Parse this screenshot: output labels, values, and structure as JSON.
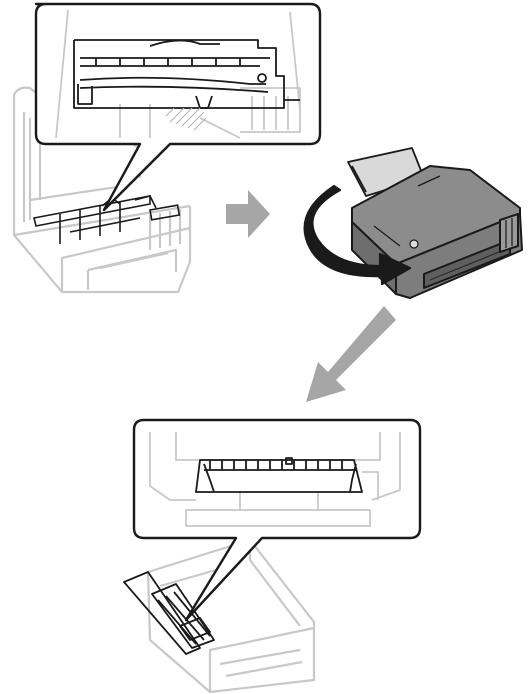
{
  "diagram": {
    "steps": [
      {
        "id": "step-1",
        "subject": "printer-open-inner-view"
      },
      {
        "id": "step-2",
        "subject": "printer-rotate"
      },
      {
        "id": "step-3",
        "subject": "printer-on-side-rear-view"
      }
    ],
    "colors": {
      "line_dark": "#1a1a1a",
      "line_light": "#c8c8c8",
      "printer_grey": "#8c8c8c",
      "printer_dark": "#6e6e6e",
      "arrow_grey": "#a6a6a6",
      "hatch": "#b0b0b0"
    },
    "icons": [
      "arrow-right-icon",
      "arrow-down-left-icon",
      "rotate-arrow-icon"
    ]
  }
}
